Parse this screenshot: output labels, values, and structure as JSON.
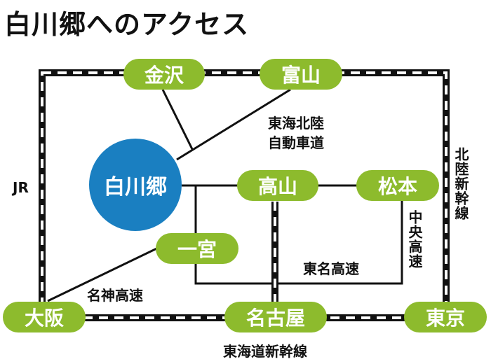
{
  "title": "白川郷へのアクセス",
  "hub": {
    "label": "白川郷"
  },
  "stations": {
    "kanazawa": "金沢",
    "toyama": "富山",
    "takayama": "高山",
    "matsumoto": "松本",
    "ichinomiya": "一宮",
    "osaka": "大阪",
    "nagoya": "名古屋",
    "tokyo": "東京"
  },
  "routes": {
    "jr": "JR",
    "hokuriku_shinkansen": "北陸新幹線",
    "tokaido_shinkansen": "東海道新幹線",
    "tokai_hokuriku_expressway_line1": "東海北陸",
    "tokai_hokuriku_expressway_line2": "自動車道",
    "meishin_expressway": "名神高速",
    "tomei_expressway": "東名高速",
    "chuo_expressway": "中央高速"
  },
  "colors": {
    "station_fill": "#8dbb2d",
    "hub_fill": "#1a7fc1",
    "line": "#111111",
    "rail_dash": "#ffffff"
  }
}
